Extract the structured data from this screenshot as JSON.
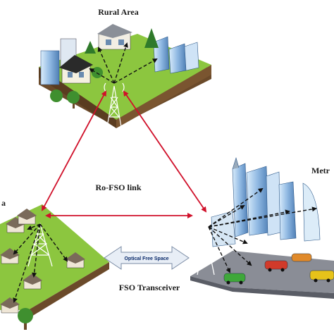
{
  "labels": {
    "rural_area": "Rural Area",
    "metro": "Metr",
    "left_area": "a",
    "ro_fso_link": "Ro-FSO link",
    "optical_free_space": "Optical Free Space",
    "fso_transceiver": "FSO Transceiver"
  },
  "colors": {
    "link_red": "#d0102a",
    "grass_light": "#8cc63f",
    "grass_dark": "#4e8a1e",
    "soil": "#6b4a2a",
    "road_gray": "#8a8d96",
    "tower": "#ffffff",
    "arrow_fill": "#e8eef6"
  }
}
